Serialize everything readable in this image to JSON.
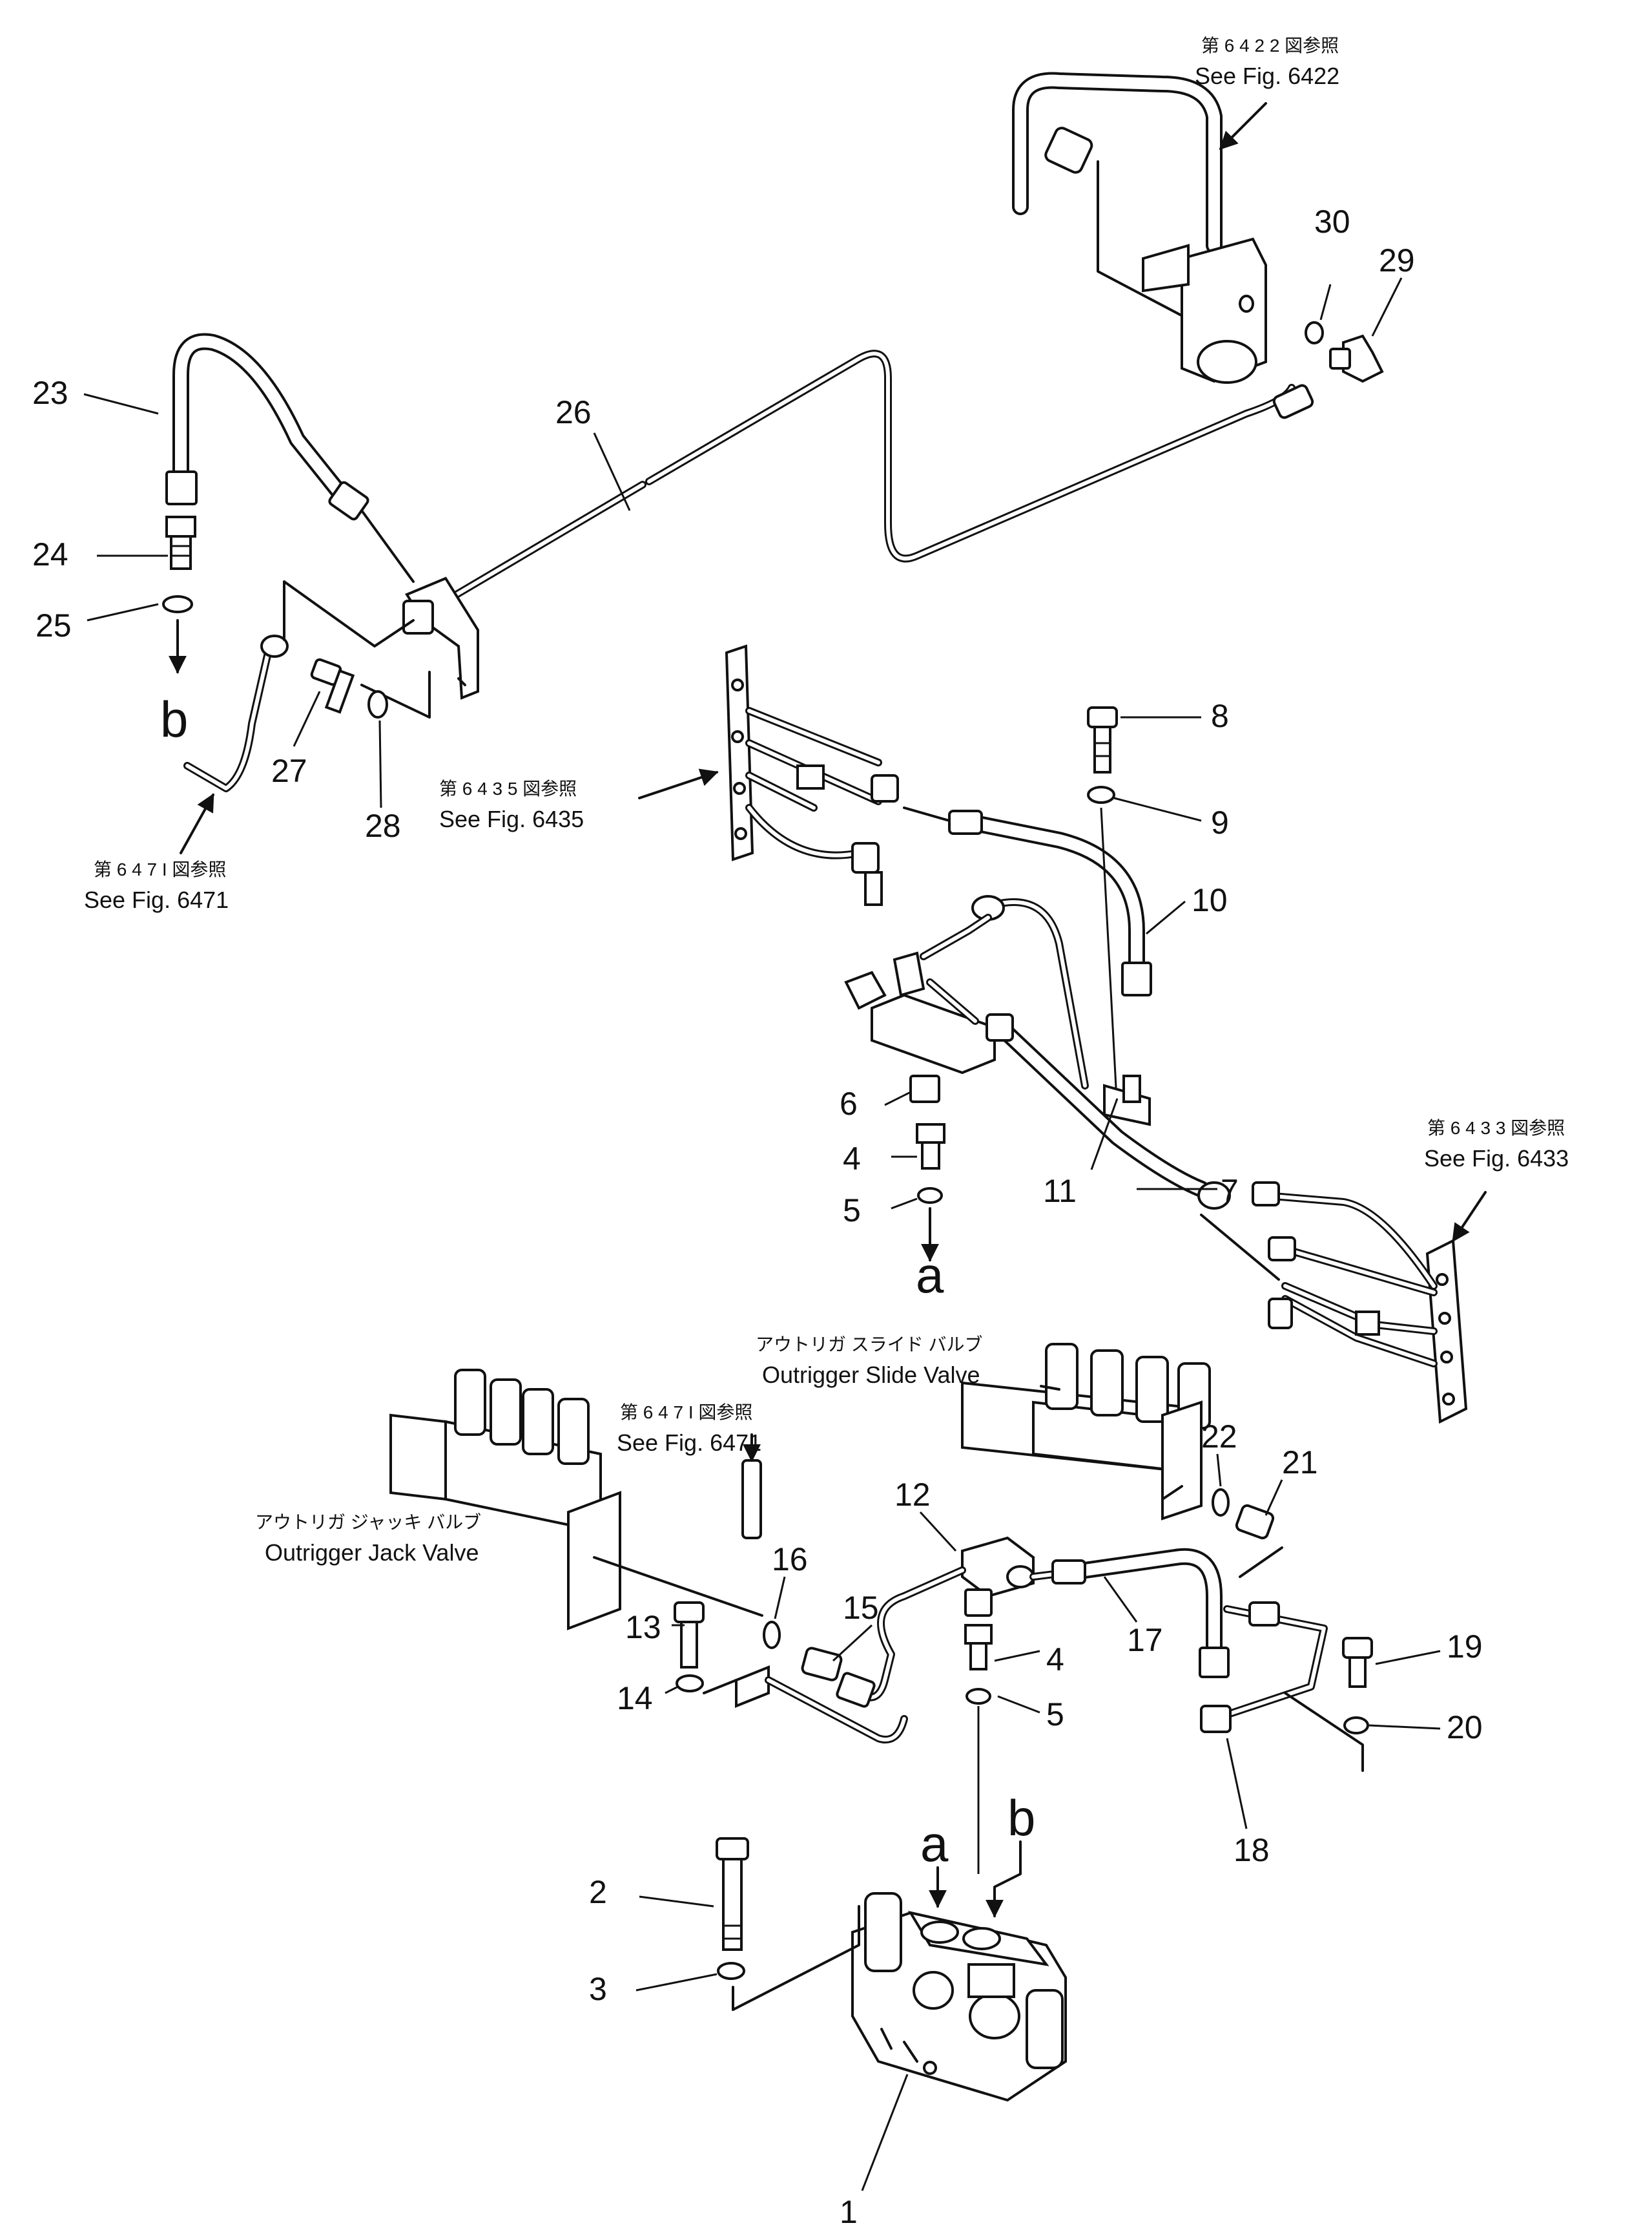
{
  "callouts": [
    {
      "id": "1",
      "text": "1"
    },
    {
      "id": "2",
      "text": "2"
    },
    {
      "id": "3",
      "text": "3"
    },
    {
      "id": "4a",
      "text": "4"
    },
    {
      "id": "4b",
      "text": "4"
    },
    {
      "id": "5a",
      "text": "5"
    },
    {
      "id": "5b",
      "text": "5"
    },
    {
      "id": "6",
      "text": "6"
    },
    {
      "id": "7",
      "text": "7"
    },
    {
      "id": "8",
      "text": "8"
    },
    {
      "id": "9",
      "text": "9"
    },
    {
      "id": "10",
      "text": "10"
    },
    {
      "id": "11",
      "text": "11"
    },
    {
      "id": "12",
      "text": "12"
    },
    {
      "id": "13",
      "text": "13"
    },
    {
      "id": "14",
      "text": "14"
    },
    {
      "id": "15",
      "text": "15"
    },
    {
      "id": "16",
      "text": "16"
    },
    {
      "id": "17",
      "text": "17"
    },
    {
      "id": "18",
      "text": "18"
    },
    {
      "id": "19",
      "text": "19"
    },
    {
      "id": "20",
      "text": "20"
    },
    {
      "id": "21",
      "text": "21"
    },
    {
      "id": "22",
      "text": "22"
    },
    {
      "id": "23",
      "text": "23"
    },
    {
      "id": "24",
      "text": "24"
    },
    {
      "id": "25",
      "text": "25"
    },
    {
      "id": "26",
      "text": "26"
    },
    {
      "id": "27",
      "text": "27"
    },
    {
      "id": "28",
      "text": "28"
    },
    {
      "id": "29",
      "text": "29"
    },
    {
      "id": "30",
      "text": "30"
    }
  ],
  "connection_letters": {
    "a_upper": "a",
    "b_upper": "b",
    "a_lower": "a",
    "b_lower": "b"
  },
  "figure_refs": {
    "fig6422": {
      "jp": "第 6 4 2 2 図参照",
      "en": "See Fig. 6422"
    },
    "fig6435": {
      "jp": "第 6 4 3 5 図参照",
      "en": "See Fig. 6435"
    },
    "fig6471_left": {
      "jp": "第 6 4 7 I 図参照",
      "en": "See Fig. 6471"
    },
    "fig6433": {
      "jp": "第 6 4 3 3 図参照",
      "en": "See Fig. 6433"
    },
    "fig6471_center": {
      "jp": "第 6 4 7 I 図参照",
      "en": "See Fig. 6471"
    }
  },
  "valve_labels": {
    "slide_jp": "アウトリガ スライド バルブ",
    "slide_en": "Outrigger Slide Valve",
    "jack_jp": "アウトリガ ジャッキ バルブ",
    "jack_en": "Outrigger Jack Valve"
  }
}
